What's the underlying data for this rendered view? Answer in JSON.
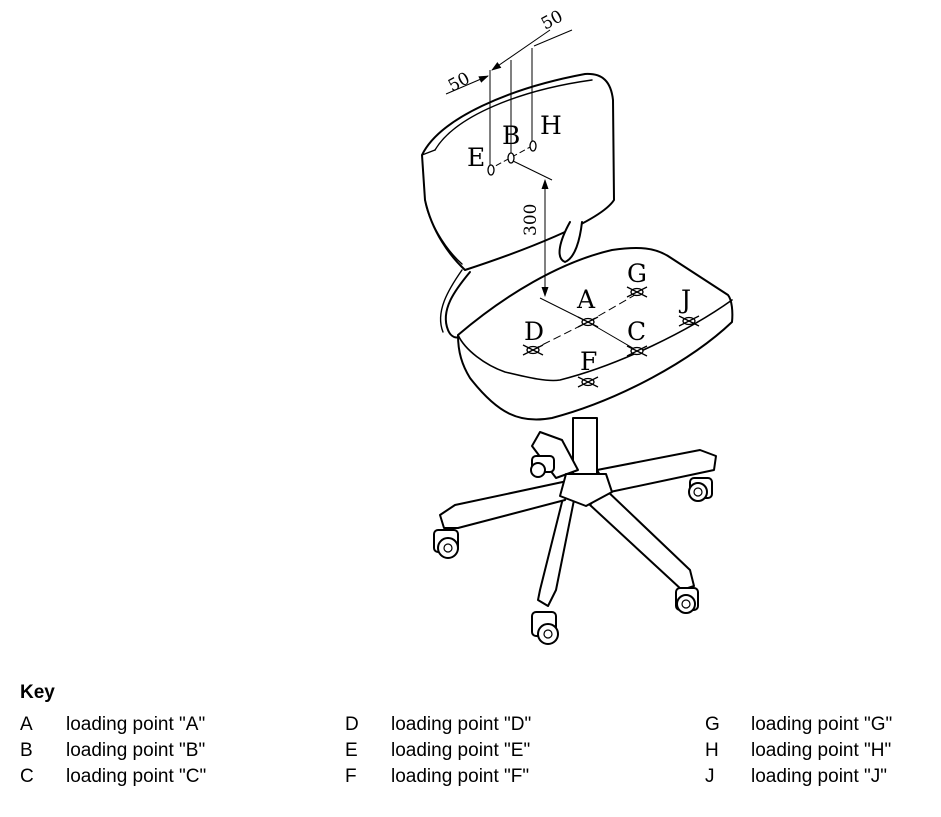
{
  "figure": {
    "points": [
      "A",
      "B",
      "C",
      "D",
      "E",
      "F",
      "G",
      "H",
      "J"
    ],
    "dimensions": {
      "spacing_left": "50",
      "spacing_right": "50",
      "height": "300"
    }
  },
  "key": {
    "title": "Key",
    "entries": [
      {
        "letter": "A",
        "text": "loading point \"A\""
      },
      {
        "letter": "B",
        "text": "loading point \"B\""
      },
      {
        "letter": "C",
        "text": "loading point \"C\""
      },
      {
        "letter": "D",
        "text": "loading point \"D\""
      },
      {
        "letter": "E",
        "text": "loading point \"E\""
      },
      {
        "letter": "F",
        "text": "loading point \"F\""
      },
      {
        "letter": "G",
        "text": "loading point \"G\""
      },
      {
        "letter": "H",
        "text": "loading point \"H\""
      },
      {
        "letter": "J",
        "text": "loading point \"J\""
      }
    ]
  }
}
